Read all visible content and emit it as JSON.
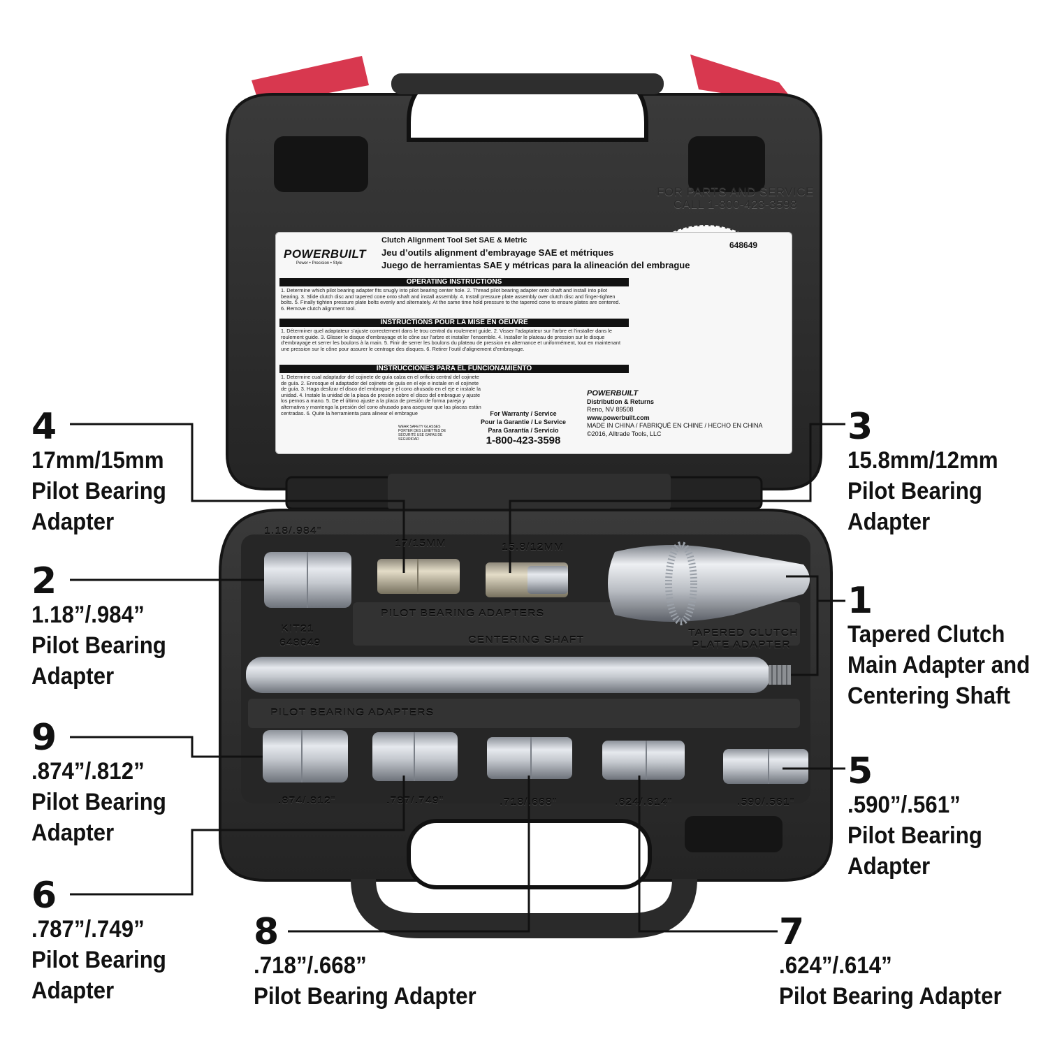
{
  "callouts": [
    {
      "id": "4",
      "number": "4",
      "lines": [
        "17mm/15mm",
        "Pilot Bearing",
        "Adapter"
      ]
    },
    {
      "id": "2",
      "number": "2",
      "lines": [
        "1.18”/.984”",
        "Pilot Bearing",
        "Adapter"
      ]
    },
    {
      "id": "9",
      "number": "9",
      "lines": [
        ".874”/.812”",
        "Pilot Bearing",
        "Adapter"
      ]
    },
    {
      "id": "6",
      "number": "6",
      "lines": [
        ".787”/.749”",
        "Pilot Bearing",
        "Adapter"
      ]
    },
    {
      "id": "8",
      "number": "8",
      "lines": [
        ".718”/.668”",
        "Pilot Bearing Adapter"
      ]
    },
    {
      "id": "7",
      "number": "7",
      "lines": [
        ".624”/.614”",
        "Pilot Bearing Adapter"
      ]
    },
    {
      "id": "5",
      "number": "5",
      "lines": [
        ".590”/.561”",
        "Pilot Bearing",
        "Adapter"
      ]
    },
    {
      "id": "1",
      "number": "1",
      "lines": [
        "Tapered Clutch",
        "Main Adapter and",
        "Centering Shaft"
      ]
    },
    {
      "id": "3",
      "number": "3",
      "lines": [
        "15.8mm/12mm",
        "Pilot Bearing",
        "Adapter"
      ]
    }
  ],
  "label": {
    "brand": "POWERBUILT",
    "brand_tagline": "Power • Precision • Style",
    "title_en": "Clutch Alignment Tool Set SAE & Metric",
    "title_fr": "Jeu d’outils alignment d’embrayage SAE et métriques",
    "title_es": "Juego de herramientas SAE y métricas para la alineación del embrague",
    "sku": "648649",
    "heading_en": "OPERATING INSTRUCTIONS",
    "text_en": "1. Determine which pilot bearing adapter fits snugly into pilot bearing center hole.  2. Thread pilot bearing adapter onto shaft and install into pilot bearing.  3. Slide clutch disc and tapered cone onto shaft and install assembly.  4. Install pressure plate assembly over clutch disc and finger-tighten bolts.  5. Finally tighten pressure plate bolts evenly and alternately. At the same time hold pressure to the tapered cone to ensure plates are centered.  6. Remove clutch alignment tool.",
    "heading_fr": "INSTRUCTIONS POUR LA MISE EN OEUVRE",
    "text_fr": "1. Déterminer quel adaptateur s’ajuste correctement dans le trou central du roulement guide.  2. Visser l’adaptateur sur l’arbre et l’installer dans le roulement guide.  3. Glisser le disque d’embrayage et le cône sur l’arbre et installer l’ensemble.  4. Installer le plateau de pression sur le disque d’embrayage et serrer les boulons à la main.  5. Finir de serrer les boulons du plateau de pression en alternance et uniformément, tout en maintenant une pression sur le cône pour assurer le centrage des disques.  6. Retirer l’outil d’alignement d’embrayage.",
    "heading_es": "INSTRUCCIONES PARA EL FUNCIONAMIENTO",
    "text_es": "1. Determine cual adaptador del cojinete de guía calza en el orificio central del cojinete de guía.  2. Enrosque el adaptador del cojinete de guía en el eje e instale en el cojinete de guía.  3. Haga deslizar el disco del embrague y el cono ahusado en el eje e instale la unidad.  4. Instale la unidad de la placa de presión sobre el disco del embrague y ajuste los pernos a mano.  5. De el último ajuste a la placa de presión de forma pareja y alternativa y mantenga la presión del cono ahusado para asegurar que las placas están centradas.  6. Quite la herramienta para alinear el embrague",
    "warranty_lines": [
      "For Warranty / Service",
      "Pour la Garantie / Le Service",
      "Para Garantía / Servicio"
    ],
    "warranty_phone": "1-800-423-3598",
    "dist_brand": "POWERBUILT",
    "dist_lines": [
      "Distribution & Returns",
      "Reno, NV 89508",
      "www.powerbuilt.com",
      "MADE IN CHINA / FABRIQUÉ EN CHINE / HECHO EN CHINA",
      "©2016, Alltrade Tools, LLC"
    ],
    "glasses_text": "WEAR SAFETY GLASSES PORTER DES LUNETTES DE SÉCURITÉ USE GAFAS DE SEGURIDAD"
  },
  "case_text": {
    "service_line1": "FOR PARTS AND SERVICE",
    "service_line2": "CALL 1-800-423-3598",
    "molded": {
      "size_top_left": "1.18/.984\"",
      "size_17_15": "17/15MM",
      "size_15_12": "15.8/12MM",
      "kit": "KIT21",
      "kit_sku": "648649",
      "pilot_upper": "PILOT   BEARING   ADAPTERS",
      "centering": "CENTERING   SHAFT",
      "tapered1": "TAPERED   CLUTCH",
      "tapered2": "PLATE   ADAPTER",
      "pilot_lower": "PILOT   BEARING   ADAPTERS",
      "s874": ".874/.812\"",
      "s787": ".787/.749\"",
      "s718": ".718/.668\"",
      "s624": ".624/.614\"",
      "s590": ".590/.561\""
    }
  },
  "colors": {
    "case": "#2b2b2b",
    "case_edge": "#1a1a1a",
    "latch": "#d8384f",
    "metal_light": "#d8dbe0",
    "metal_dark": "#8b9099",
    "brass": "#c9c2ad",
    "leader": "#111111"
  }
}
